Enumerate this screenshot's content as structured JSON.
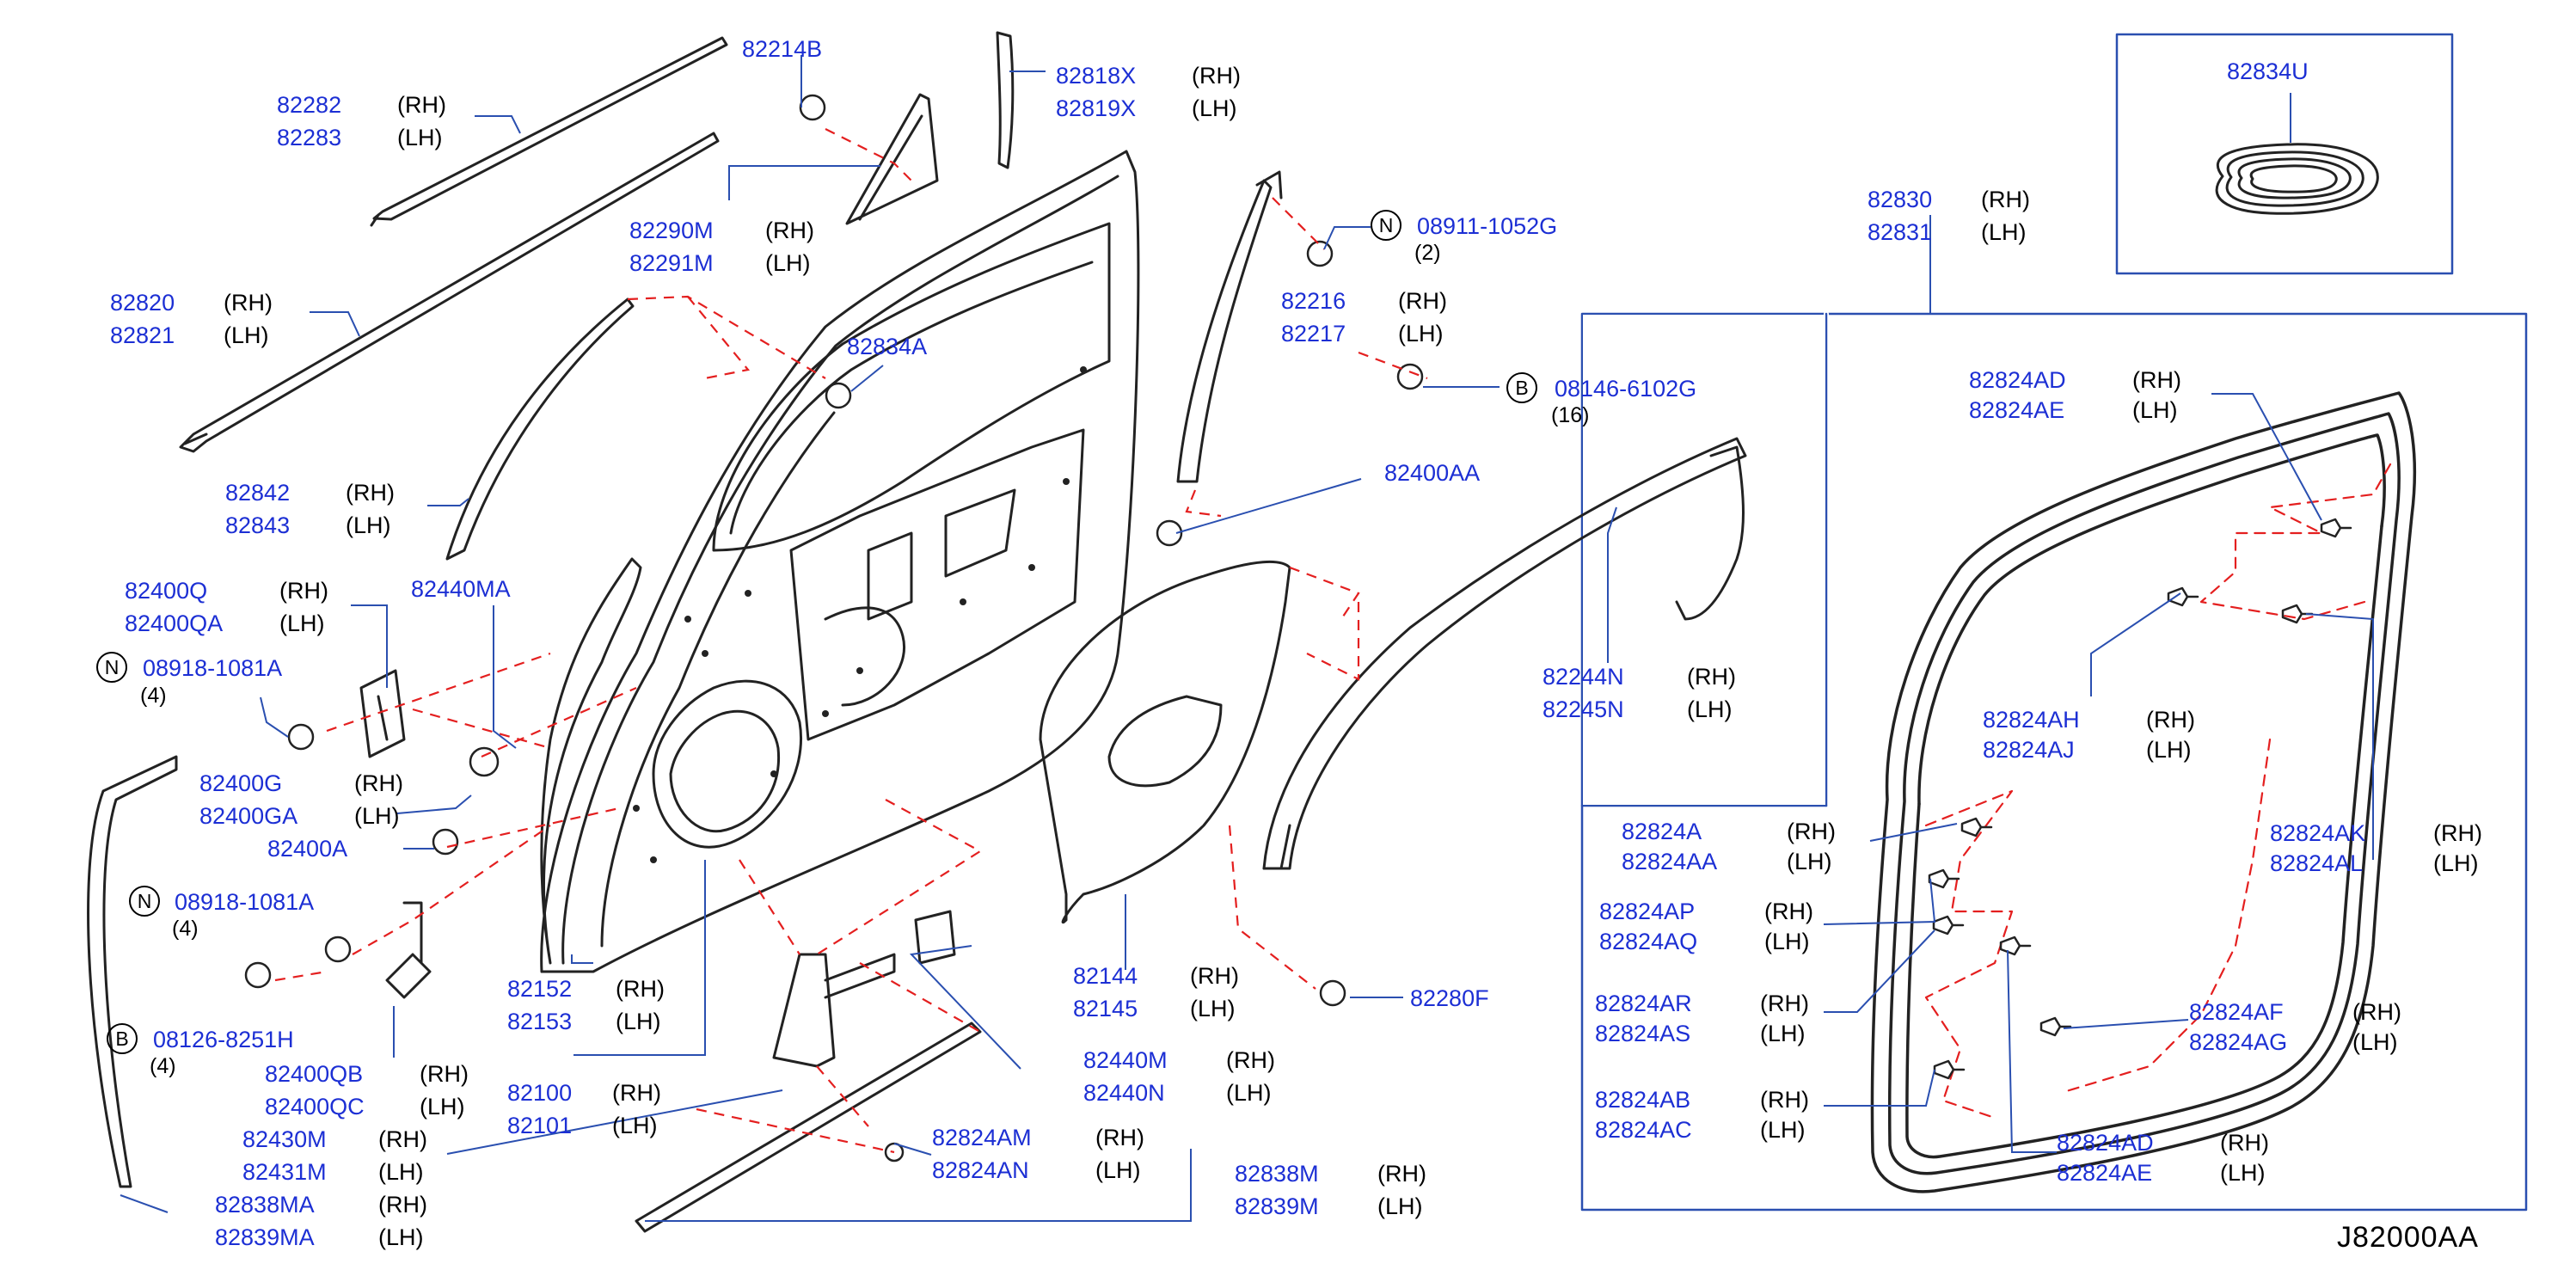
{
  "colors": {
    "part_number": "#1c2fd4",
    "leader": "#2a4fb0",
    "dash": "#e41f1f",
    "ink": "#222222"
  },
  "diagram_code": "J82000AA",
  "labels": [
    {
      "id": "p82214b",
      "parts": [
        "82214B"
      ],
      "sides": []
    },
    {
      "id": "p82282",
      "parts": [
        "82282",
        "82283"
      ],
      "sides": [
        "(RH)",
        "(LH)"
      ]
    },
    {
      "id": "p82818x",
      "parts": [
        "82818X",
        "82819X"
      ],
      "sides": [
        "(RH)",
        "(LH)"
      ]
    },
    {
      "id": "p82290m",
      "parts": [
        "82290M",
        "82291M"
      ],
      "sides": [
        "(RH)",
        "(LH)"
      ]
    },
    {
      "id": "p08911",
      "parts": [
        "08911-1052G"
      ],
      "sides": [],
      "circle": "N",
      "qty": "(2)"
    },
    {
      "id": "p82820",
      "parts": [
        "82820",
        "82821"
      ],
      "sides": [
        "(RH)",
        "(LH)"
      ]
    },
    {
      "id": "p82216",
      "parts": [
        "82216",
        "82217"
      ],
      "sides": [
        "(RH)",
        "(LH)"
      ]
    },
    {
      "id": "p82834a",
      "parts": [
        "82834A"
      ],
      "sides": []
    },
    {
      "id": "p08146",
      "parts": [
        "08146-6102G"
      ],
      "sides": [],
      "circle": "B",
      "qty": "(16)"
    },
    {
      "id": "p82842",
      "parts": [
        "82842",
        "82843"
      ],
      "sides": [
        "(RH)",
        "(LH)"
      ]
    },
    {
      "id": "p82400aa",
      "parts": [
        "82400AA"
      ],
      "sides": []
    },
    {
      "id": "p82400q",
      "parts": [
        "82400Q",
        "82400QA"
      ],
      "sides": [
        "(RH)",
        "(LH)"
      ]
    },
    {
      "id": "p82440ma",
      "parts": [
        "82440MA"
      ],
      "sides": []
    },
    {
      "id": "p08918a",
      "parts": [
        "08918-1081A"
      ],
      "sides": [],
      "circle": "N",
      "qty": "(4)"
    },
    {
      "id": "p82244n",
      "parts": [
        "82244N",
        "82245N"
      ],
      "sides": [
        "(RH)",
        "(LH)"
      ]
    },
    {
      "id": "p82400g",
      "parts": [
        "82400G",
        "82400GA"
      ],
      "sides": [
        "(RH)",
        "(LH)"
      ]
    },
    {
      "id": "p82400a",
      "parts": [
        "82400A"
      ],
      "sides": []
    },
    {
      "id": "p08918b",
      "parts": [
        "08918-1081A"
      ],
      "sides": [],
      "circle": "N",
      "qty": "(4)"
    },
    {
      "id": "p82144",
      "parts": [
        "82144",
        "82145"
      ],
      "sides": [
        "(RH)",
        "(LH)"
      ]
    },
    {
      "id": "p82152",
      "parts": [
        "82152",
        "82153"
      ],
      "sides": [
        "(RH)",
        "(LH)"
      ]
    },
    {
      "id": "p82280f",
      "parts": [
        "82280F"
      ],
      "sides": []
    },
    {
      "id": "p08126",
      "parts": [
        "08126-8251H"
      ],
      "sides": [],
      "circle": "B",
      "qty": "(4)"
    },
    {
      "id": "p82440m",
      "parts": [
        "82440M",
        "82440N"
      ],
      "sides": [
        "(RH)",
        "(LH)"
      ]
    },
    {
      "id": "p82400qb",
      "parts": [
        "82400QB",
        "82400QC"
      ],
      "sides": [
        "(RH)",
        "(LH)"
      ]
    },
    {
      "id": "p82100",
      "parts": [
        "82100",
        "82101"
      ],
      "sides": [
        "(RH)",
        "(LH)"
      ]
    },
    {
      "id": "p82430m",
      "parts": [
        "82430M",
        "82431M"
      ],
      "sides": [
        "(RH)",
        "(LH)"
      ]
    },
    {
      "id": "p82824am",
      "parts": [
        "82824AM",
        "82824AN"
      ],
      "sides": [
        "(RH)",
        "(LH)"
      ]
    },
    {
      "id": "p82838m",
      "parts": [
        "82838M",
        "82839M"
      ],
      "sides": [
        "(RH)",
        "(LH)"
      ]
    },
    {
      "id": "p82838ma",
      "parts": [
        "82838MA",
        "82839MA"
      ],
      "sides": [
        "(RH)",
        "(LH)"
      ]
    },
    {
      "id": "p82834u",
      "parts": [
        "82834U"
      ],
      "sides": []
    },
    {
      "id": "p82830",
      "parts": [
        "82830",
        "82831"
      ],
      "sides": [
        "(RH)",
        "(LH)"
      ]
    },
    {
      "id": "p82824ad1",
      "parts": [
        "82824AD",
        "82824AE"
      ],
      "sides": [
        "(RH)",
        "(LH)"
      ]
    },
    {
      "id": "p82824ah",
      "parts": [
        "82824AH",
        "82824AJ"
      ],
      "sides": [
        "(RH)",
        "(LH)"
      ]
    },
    {
      "id": "p82824a",
      "parts": [
        "82824A",
        "82824AA"
      ],
      "sides": [
        "(RH)",
        "(LH)"
      ]
    },
    {
      "id": "p82824ak",
      "parts": [
        "82824AK",
        "82824AL"
      ],
      "sides": [
        "(RH)",
        "(LH)"
      ]
    },
    {
      "id": "p82824ap",
      "parts": [
        "82824AP",
        "82824AQ"
      ],
      "sides": [
        "(RH)",
        "(LH)"
      ]
    },
    {
      "id": "p82824ar",
      "parts": [
        "82824AR",
        "82824AS"
      ],
      "sides": [
        "(RH)",
        "(LH)"
      ]
    },
    {
      "id": "p82824af",
      "parts": [
        "82824AF",
        "82824AG"
      ],
      "sides": [
        "(RH)",
        "(LH)"
      ]
    },
    {
      "id": "p82824ab",
      "parts": [
        "82824AB",
        "82824AC"
      ],
      "sides": [
        "(RH)",
        "(LH)"
      ]
    },
    {
      "id": "p82824ad2",
      "parts": [
        "82824AD",
        "82824AE"
      ],
      "sides": [
        "(RH)",
        "(LH)"
      ]
    }
  ]
}
